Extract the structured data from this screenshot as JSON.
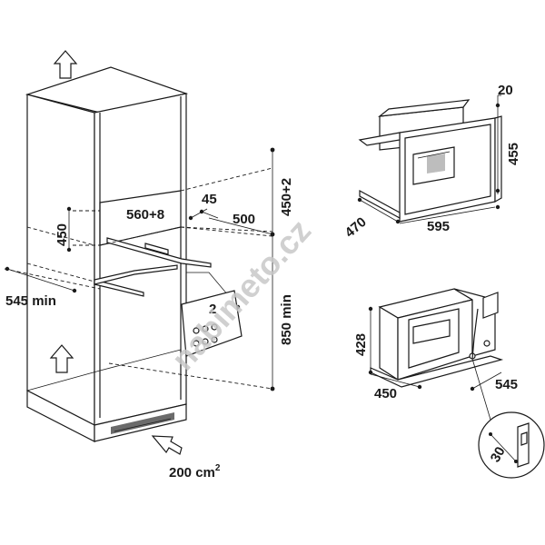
{
  "watermark": "nabimeto.cz",
  "cabinet_dims": {
    "opening_width": "560+8",
    "depth_offset": "45",
    "depth": "500",
    "opening_height": "450",
    "height_tol": "450+2",
    "floor_height": "850 min",
    "cabinet_depth": "545 min",
    "vent_area": "200 cm",
    "vent_area_sup": "2",
    "connector_count": "2"
  },
  "appliance_dims": {
    "front_thickness": "20",
    "height": "455",
    "depth": "470",
    "width": "595"
  },
  "frame_dims": {
    "height": "428",
    "width": "450",
    "depth": "545",
    "detail": "30"
  }
}
